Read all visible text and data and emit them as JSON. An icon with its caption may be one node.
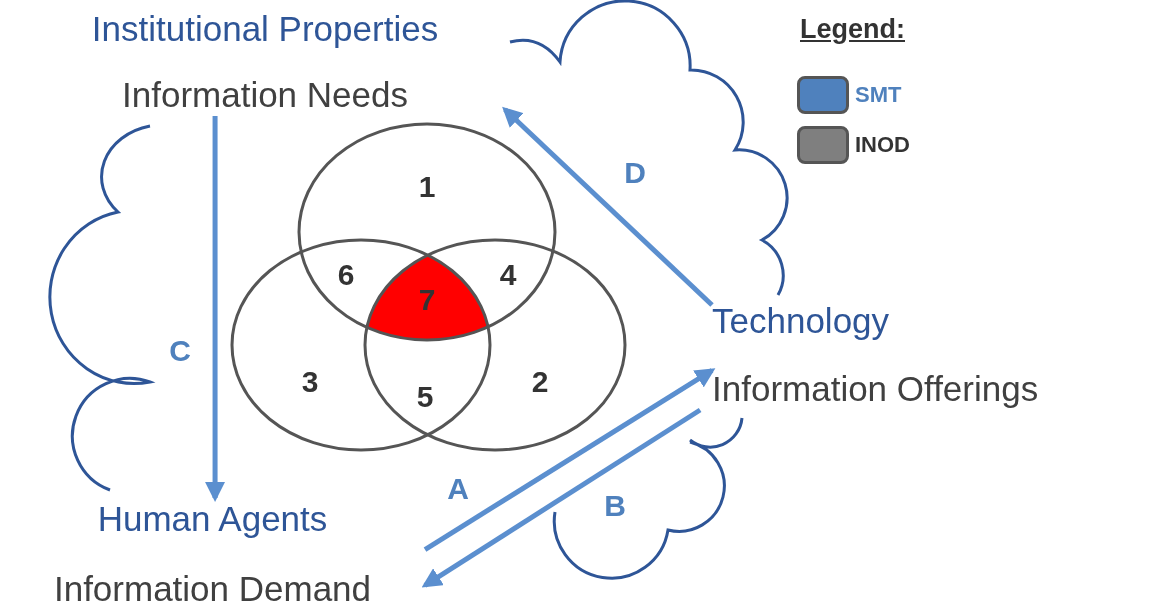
{
  "diagram": {
    "nodes": [
      {
        "text": [
          "Institutional Properties",
          "Information Needs"
        ]
      },
      {
        "text": [
          "Technology",
          "Information Offerings"
        ]
      },
      {
        "text": [
          "Human Agents",
          "Information Demand"
        ]
      }
    ],
    "edges": [
      {
        "from": 0,
        "to": 2,
        "arrow": "to",
        "label": "C"
      },
      {
        "from": 1,
        "to": 0,
        "arrow": "to",
        "label": "D"
      },
      {
        "from": 2,
        "to": 1,
        "arrow": "to",
        "label": "A"
      },
      {
        "from": 1,
        "to": 2,
        "arrow": "to",
        "label": "B"
      }
    ],
    "labels": [
      "Legend:",
      "1",
      "6",
      "7",
      "4",
      "3",
      "5",
      "2"
    ],
    "legend": [
      {
        "text": "SMT",
        "color": "#4f81bd"
      },
      {
        "text": "INOD",
        "color": "#7f7f7f"
      }
    ]
  }
}
